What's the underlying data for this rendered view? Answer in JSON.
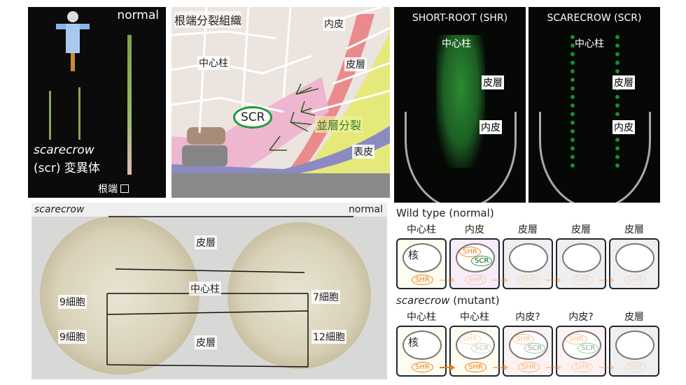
{
  "panel_a": {
    "label_normal": "normal",
    "label_mutant_1": "scarecrow",
    "label_mutant_2": "(scr) 変異体",
    "label_tip": "根端"
  },
  "panel_b": {
    "title": "根端分裂組織",
    "stele": "中心柱",
    "endodermis": "内皮",
    "cortex": "皮層",
    "scr": "SCR",
    "division": "並層分裂",
    "epidermis": "表皮"
  },
  "panel_c": {
    "left_title": "SHORT-ROOT (SHR)",
    "right_title": "SCARECROW (SCR)",
    "stele": "中心柱",
    "cortex": "皮層",
    "endodermis": "内皮"
  },
  "panel_d": {
    "left_title": "scarecrow",
    "right_title": "normal",
    "cortex_top": "皮層",
    "stele": "中心柱",
    "cortex_bottom": "皮層",
    "left_cells_1": "9細胞",
    "left_cells_2": "9細胞",
    "right_cells_1": "7細胞",
    "right_cells_2": "12細胞"
  },
  "panel_e": {
    "wt_title": "Wild type (normal)",
    "mut_title_italic": "scarecrow",
    "mut_title_rest": " (mutant)",
    "wt_cells": [
      {
        "label": "中心柱",
        "bg": "#fdfdef",
        "nucleus": "核",
        "inner": [],
        "shr": "SHR",
        "shr_opacity": 1
      },
      {
        "label": "内皮",
        "bg": "#f9ecfa",
        "nucleus": "",
        "inner": [
          "SHR",
          "SCR"
        ],
        "inner_opacity": 1,
        "shr": "SHR",
        "shr_opacity": 0.35
      },
      {
        "label": "皮層",
        "bg": "#efefef",
        "nucleus": "",
        "inner": [],
        "shr": "SHR",
        "shr_opacity": 0.2
      },
      {
        "label": "皮層",
        "bg": "#efefef",
        "nucleus": "",
        "inner": [],
        "shr": "SHR",
        "shr_opacity": 0.2
      },
      {
        "label": "皮層",
        "bg": "#efefef",
        "nucleus": "",
        "inner": [],
        "shr": "SHR",
        "shr_opacity": 0.2
      }
    ],
    "mut_cells": [
      {
        "label": "中心柱",
        "bg": "#fdfdef",
        "nucleus": "核",
        "inner": [],
        "shr": "SHR",
        "shr_opacity": 1
      },
      {
        "label": "中心柱",
        "bg": "#fdfdef",
        "nucleus": "",
        "inner": [
          "SHR",
          "SCR"
        ],
        "inner_opacity": 0.3,
        "shr": "SHR",
        "shr_opacity": 1
      },
      {
        "label": "内皮?",
        "bg": "#fdf2f2",
        "nucleus": "",
        "inner": [
          "SHR",
          "SCR"
        ],
        "inner_opacity": 0.5,
        "shr": "SHR",
        "shr_opacity": 0.55
      },
      {
        "label": "内皮?",
        "bg": "#fdf2f2",
        "nucleus": "",
        "inner": [
          "SHR",
          "SCR"
        ],
        "inner_opacity": 0.5,
        "shr": "SHR",
        "shr_opacity": 0.35
      },
      {
        "label": "皮層",
        "bg": "#efefef",
        "nucleus": "",
        "inner": [],
        "shr": "SHR",
        "shr_opacity": 0.2
      }
    ],
    "colors": {
      "shr": "#f07d1a",
      "scr": "#1f9a3a",
      "border": "#1d2733"
    }
  }
}
